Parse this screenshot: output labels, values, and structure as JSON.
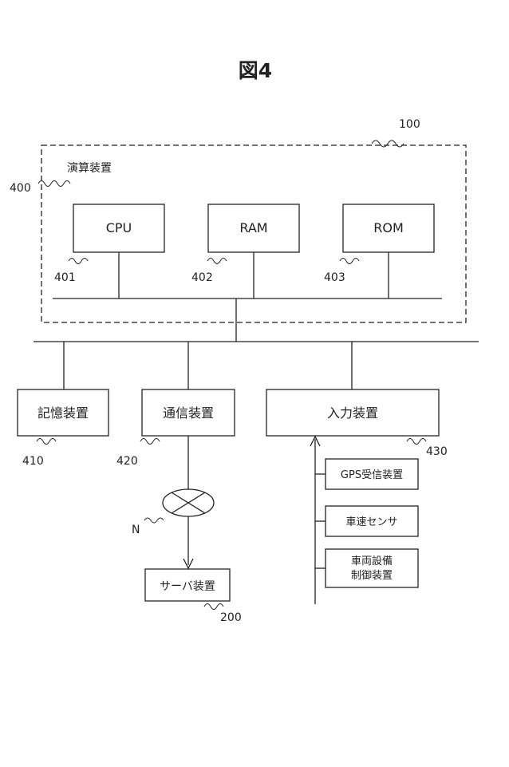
{
  "figure": {
    "title": "図4"
  },
  "system": {
    "ref": "100"
  },
  "processor": {
    "label": "演算装置",
    "ref": "400"
  },
  "cpu": {
    "label": "CPU",
    "ref": "401"
  },
  "ram": {
    "label": "RAM",
    "ref": "402"
  },
  "rom": {
    "label": "ROM",
    "ref": "403"
  },
  "storage": {
    "label": "記憶装置",
    "ref": "410"
  },
  "comm": {
    "label": "通信装置",
    "ref": "420"
  },
  "input": {
    "label": "入力装置",
    "ref": "430"
  },
  "network": {
    "label": "N"
  },
  "server": {
    "label": "サーバ装置",
    "ref": "200"
  },
  "gps": {
    "label": "GPS受信装置"
  },
  "speed": {
    "label": "車速センサ"
  },
  "vehicle": {
    "line1": "車両設備",
    "line2": "制御装置"
  }
}
